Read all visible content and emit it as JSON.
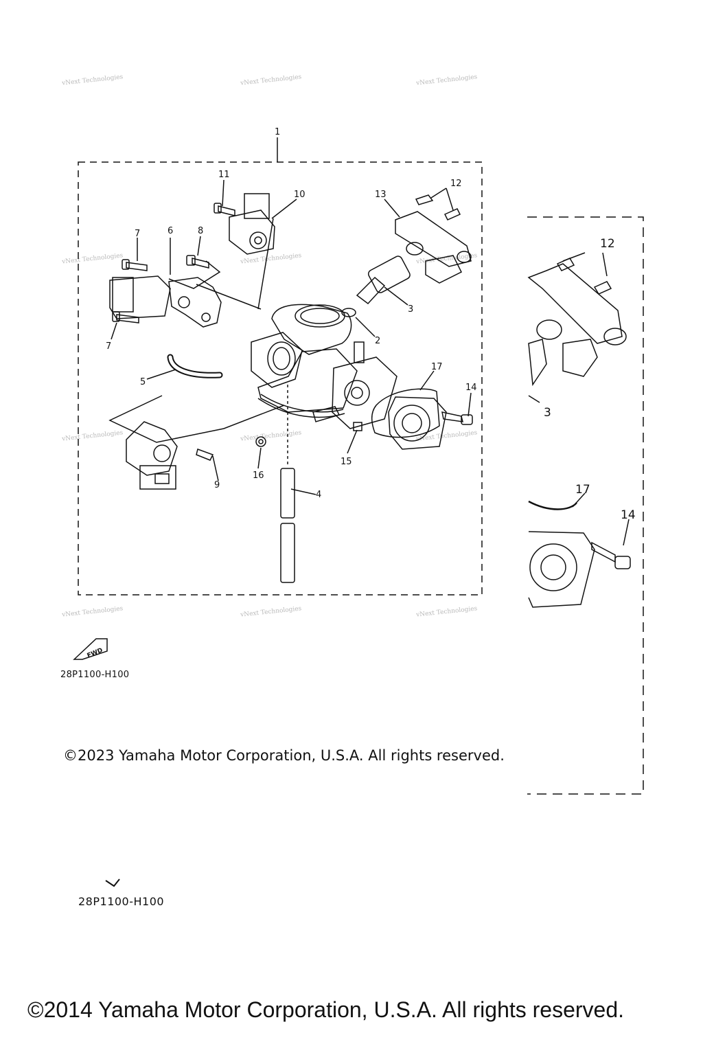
{
  "watermark": {
    "text": "vNext Technologies"
  },
  "diagram": {
    "callouts": [
      "1",
      "2",
      "3",
      "4",
      "5",
      "6",
      "7",
      "7",
      "8",
      "9",
      "10",
      "11",
      "12",
      "13",
      "14",
      "15",
      "16",
      "17"
    ],
    "inset_callouts": [
      "12",
      "3",
      "17",
      "14"
    ],
    "fwd_label": "FWD",
    "part_code": "28P1100-H100",
    "part_code_echo": "28P1100-H100"
  },
  "footer": {
    "copyright_2023": "©2023 Yamaha Motor Corporation, U.S.A. All rights reserved.",
    "copyright_2014": "©2014 Yamaha Motor Corporation, U.S.A. All rights reserved."
  }
}
